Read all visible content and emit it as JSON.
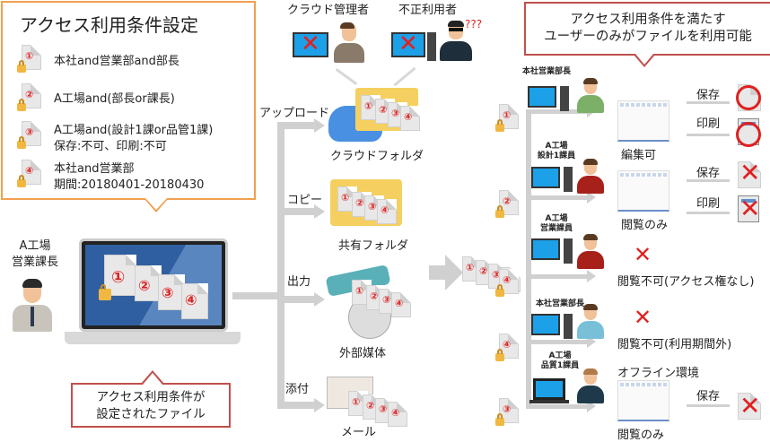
{
  "conditions_box": {
    "title": "アクセス利用条件設定",
    "items": [
      {
        "num": "①",
        "lines": [
          "本社and営業部and部長"
        ]
      },
      {
        "num": "②",
        "lines": [
          "A工場and(部長or課長)"
        ]
      },
      {
        "num": "③",
        "lines": [
          "A工場and(設計1課or品管1課)",
          "保存:不可、印刷:不可"
        ]
      },
      {
        "num": "④",
        "lines": [
          "本社and営業部",
          "期間:20180401-20180430"
        ]
      }
    ]
  },
  "author": {
    "line1": "A工場",
    "line2": "営業課長"
  },
  "laptop_files": [
    "①",
    "②",
    "③",
    "④"
  ],
  "file_callout": {
    "line1": "アクセス利用条件が",
    "line2": "設定されたファイル"
  },
  "distribution": [
    {
      "action": "アップロード",
      "destination": "クラウドフォルダ"
    },
    {
      "action": "コピー",
      "destination": "共有フォルダ"
    },
    {
      "action": "出力",
      "destination": "外部媒体"
    },
    {
      "action": "添付",
      "destination": "メール"
    }
  ],
  "unauthorized": [
    {
      "label": "クラウド管理者"
    },
    {
      "label": "不正利用者",
      "note": "???"
    }
  ],
  "result_callout": {
    "line1": "アクセス利用条件を満たす",
    "line2": "ユーザーのみがファイルを利用可能"
  },
  "recipients": [
    {
      "file": "①",
      "role": [
        "本社営業部長"
      ],
      "result": "編集可",
      "ops": [
        {
          "label": "保存",
          "allowed": true
        },
        {
          "label": "印刷",
          "allowed": true
        }
      ]
    },
    {
      "file": "②",
      "role": [
        "A工場",
        "設計1課員"
      ],
      "result": "閲覧のみ",
      "ops": [
        {
          "label": "保存",
          "allowed": false
        },
        {
          "label": "印刷",
          "allowed": false
        }
      ]
    },
    {
      "file": "④",
      "role": [
        "A工場",
        "営業課員"
      ],
      "result": "閲覧不可(アクセス権なし)",
      "ops": []
    },
    {
      "file": "④",
      "role": [
        "本社営業部長"
      ],
      "result": "閲覧不可(利用期間外)",
      "ops": []
    },
    {
      "file": "③",
      "role": [
        "A工場",
        "品質1課員"
      ],
      "env": "オフライン環境",
      "result": "閲覧のみ",
      "ops": [
        {
          "label": "保存",
          "allowed": false
        }
      ]
    }
  ],
  "colors": {
    "callout_orange": "#f0a050",
    "callout_red": "#c0504d",
    "mark_red": "#e02020",
    "arrow_gray": "#d0d0d0"
  }
}
